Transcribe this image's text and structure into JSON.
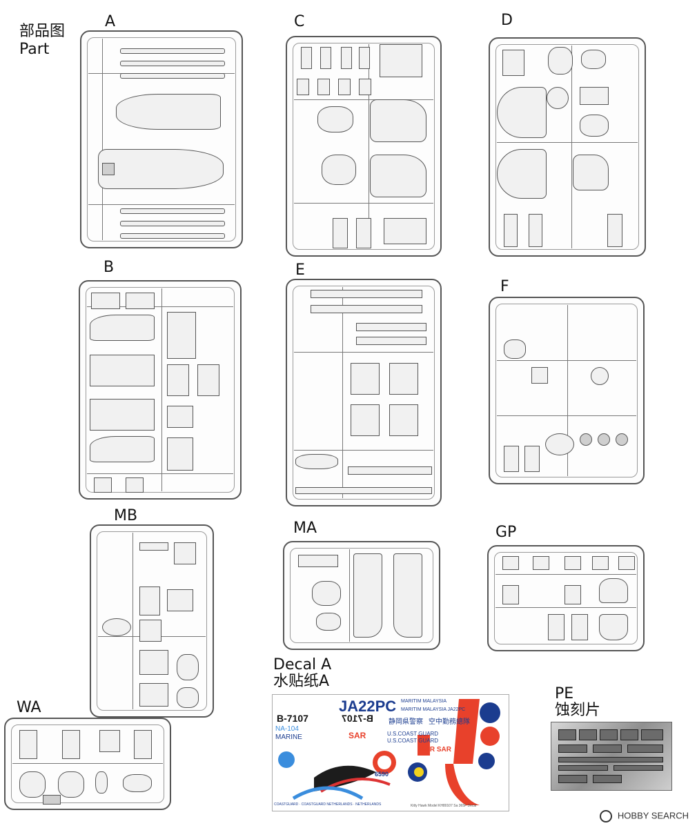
{
  "header": {
    "title_cn": "部品图",
    "title_en": "Part"
  },
  "sprues": {
    "A": "A",
    "B": "B",
    "C": "C",
    "D": "D",
    "E": "E",
    "F": "F",
    "MB": "MB",
    "MA": "MA",
    "GP": "GP",
    "WA": "WA"
  },
  "decal": {
    "label_en": "Decal A",
    "label_cn": "水贴纸A"
  },
  "decal_sheet": {
    "reg1": "JA22PC",
    "maritim1": "MARITIM MALAYSIA",
    "maritim2": "MARITIM MALAYSIA JA22PC",
    "reg2": "B-7107",
    "reg2_mirror": "B-7107",
    "cn1": "静岡県警察",
    "cn2": "空中勤務總隊",
    "na104": "NA-104",
    "marine": "MARINE",
    "sar": "SAR",
    "sar2": "SAR SAR",
    "uscg1": "U.S.COAST GUARD",
    "uscg2": "U.S.COAST GUARD",
    "num": "6590",
    "bottom": "COASTGUARD · COASTGUARD NETHERLANDS · NETHERLANDS",
    "credit": "Kitty Hawk Model KH80107 Sa 365F Decal"
  },
  "pe": {
    "label_en": "PE",
    "label_cn": "蚀刻片"
  },
  "watermark": "HOBBY SEARCH"
}
